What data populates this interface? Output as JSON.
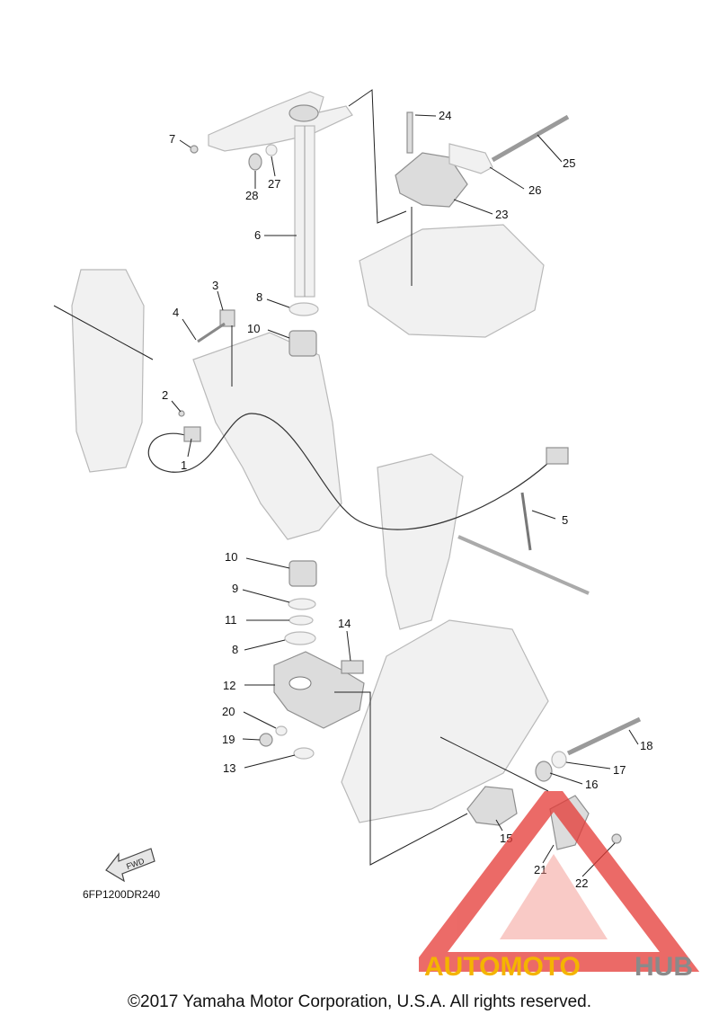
{
  "diagram": {
    "code": "6FP1200DR240",
    "fwd_label": "FWD",
    "callouts": [
      {
        "id": "c1",
        "label": "1"
      },
      {
        "id": "c2",
        "label": "2"
      },
      {
        "id": "c3",
        "label": "3"
      },
      {
        "id": "c4",
        "label": "4"
      },
      {
        "id": "c5",
        "label": "5"
      },
      {
        "id": "c6",
        "label": "6"
      },
      {
        "id": "c7",
        "label": "7"
      },
      {
        "id": "c8a",
        "label": "8"
      },
      {
        "id": "c8b",
        "label": "8"
      },
      {
        "id": "c9",
        "label": "9"
      },
      {
        "id": "c10a",
        "label": "10"
      },
      {
        "id": "c10b",
        "label": "10"
      },
      {
        "id": "c11",
        "label": "11"
      },
      {
        "id": "c12",
        "label": "12"
      },
      {
        "id": "c13",
        "label": "13"
      },
      {
        "id": "c14",
        "label": "14"
      },
      {
        "id": "c15",
        "label": "15"
      },
      {
        "id": "c16",
        "label": "16"
      },
      {
        "id": "c17",
        "label": "17"
      },
      {
        "id": "c18",
        "label": "18"
      },
      {
        "id": "c19",
        "label": "19"
      },
      {
        "id": "c20",
        "label": "20"
      },
      {
        "id": "c21",
        "label": "21"
      },
      {
        "id": "c22",
        "label": "22"
      },
      {
        "id": "c23",
        "label": "23"
      },
      {
        "id": "c24",
        "label": "24"
      },
      {
        "id": "c25",
        "label": "25"
      },
      {
        "id": "c26",
        "label": "26"
      },
      {
        "id": "c27",
        "label": "27"
      },
      {
        "id": "c28",
        "label": "28"
      }
    ]
  },
  "watermark": {
    "text_a": "AUTOMOTO",
    "text_b": "HUB",
    "color_a": "#f4b400",
    "color_b": "#8a8a8a",
    "triangle_color": "#e53935"
  },
  "copyright": "©2017 Yamaha Motor Corporation, U.S.A. All rights reserved."
}
